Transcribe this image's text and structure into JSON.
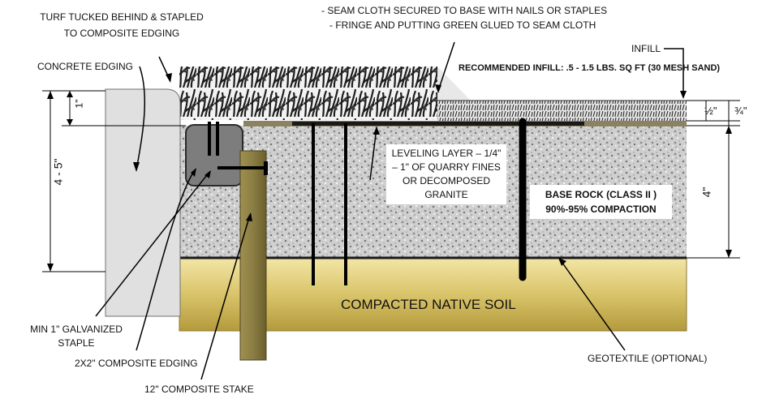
{
  "labels": {
    "turf_tucked_1": "TURF TUCKED BEHIND & STAPLED",
    "turf_tucked_2": "TO COMPOSITE EDGING",
    "seam_cloth_1": "- SEAM CLOTH SECURED TO BASE WITH NAILS OR STAPLES",
    "seam_cloth_2": "- FRINGE AND PUTTING GREEN GLUED TO SEAM CLOTH",
    "concrete_edging": "CONCRETE EDGING",
    "infill": "INFILL",
    "recommended_infill": "RECOMMENDED INFILL: .5  - 1.5 LBS. SQ FT  (30 MESH SAND)",
    "dim_1in": "1\"",
    "dim_4_5in": "4 - 5\"",
    "dim_half": "½\"",
    "dim_three_quarter": "¾\"",
    "dim_4in": "4\"",
    "leveling_1": "LEVELING LAYER – 1/4\"",
    "leveling_2": "– 1\" OF QUARRY FINES",
    "leveling_3": "OR DECOMPOSED",
    "leveling_4": "GRANITE",
    "base_rock_1": "BASE ROCK (CLASS II )",
    "base_rock_2": "90%-95% COMPACTION",
    "compacted_soil": "COMPACTED NATIVE SOIL",
    "staple_1": "MIN 1\" GALVANIZED",
    "staple_2": "STAPLE",
    "composite_edging": "2X2\" COMPOSITE EDGING",
    "composite_stake": "12\" COMPOSITE STAKE",
    "geotextile": "GEOTEXTILE (OPTIONAL)"
  },
  "colors": {
    "soil": "#d9c46a",
    "base_rock": "#c8c8c8",
    "concrete": "#e0e0e0",
    "composite": "#7d7d7d",
    "stake": "#8a7d43",
    "turf": "#2a2a2a"
  }
}
